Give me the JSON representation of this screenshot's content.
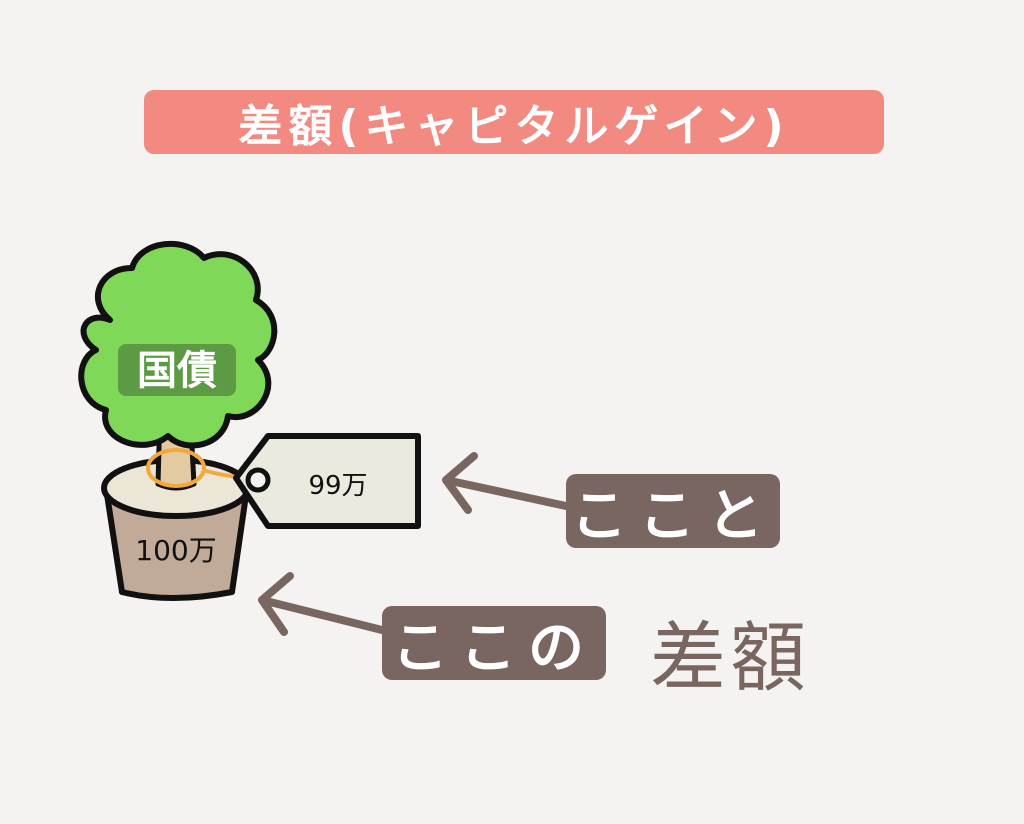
{
  "title": "差額(キャピタルゲイン)",
  "tree": {
    "canopy_label": "国債",
    "pot_label": "100万",
    "tag_label": "99万"
  },
  "labels": {
    "top": "ここと",
    "bottom": "ここの",
    "result": "差額"
  },
  "colors": {
    "background": "#f4f3f1",
    "title_banner": "#f28a82",
    "canopy": "#7fd858",
    "canopy_badge": "#5c9a44",
    "trunk": "#e2cba2",
    "cord": "#f2a93c",
    "pot": "#c2aa99",
    "pot_rim": "#ece6d6",
    "tag": "#ebeadf",
    "label_box": "#7a6660",
    "arrow": "#7a6660"
  }
}
